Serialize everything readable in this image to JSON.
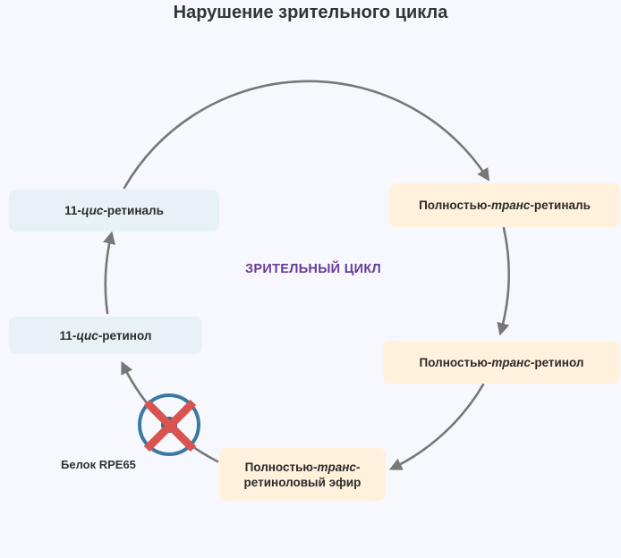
{
  "title": "Нарушение зрительного цикла",
  "center_label": "ЗРИТЕЛЬНЫЙ ЦИКЛ",
  "nodes": {
    "cis_retinal": {
      "pre": "11-",
      "em": "цис",
      "post": "-ретиналь"
    },
    "trans_retinal": {
      "pre": "Полностью-",
      "em": "транс",
      "post": "-ретиналь"
    },
    "trans_retinol": {
      "pre": "Полностью-",
      "em": "транс",
      "post": "-ретинол"
    },
    "trans_ester": {
      "pre": "Полностью-",
      "em": "транс",
      "post": "-",
      "line2": "ретиноловый эфир"
    },
    "cis_retinol": {
      "pre": "11-",
      "em": "цис",
      "post": "-ретинол"
    }
  },
  "blocked_protein": {
    "label": "Белок RPE65",
    "status": "blocked"
  },
  "colors": {
    "arrow": "#777777",
    "cool_box": "#e8f1f5",
    "warm_box": "#fff1dc",
    "center_label": "#6a3a97",
    "ring": "#3a7aa0",
    "cross": "#d9534f"
  }
}
